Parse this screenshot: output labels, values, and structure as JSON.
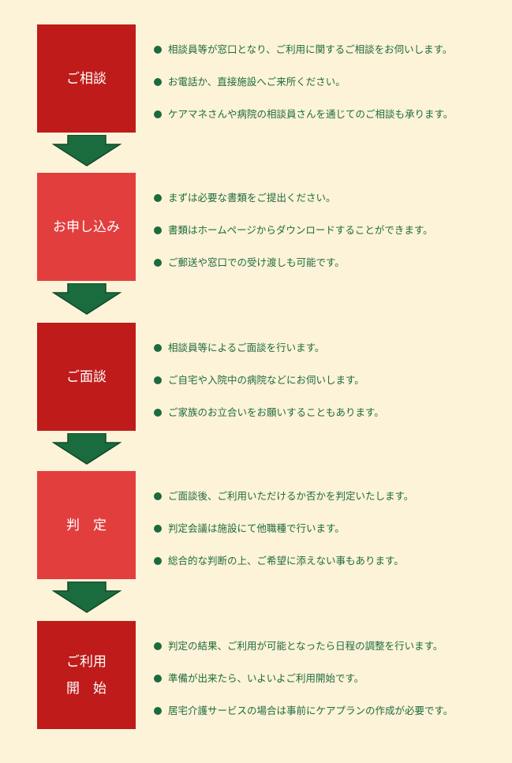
{
  "colors": {
    "background": "#fdf3d8",
    "dark_red": "#bf1b1b",
    "light_red": "#e33e3e",
    "arrow": "#1a6b3e",
    "text": "#1e6b3f"
  },
  "steps": [
    {
      "title_lines": [
        "ご相談"
      ],
      "color": "#bf1b1b",
      "bullets": [
        "相談員等が窓口となり、ご利用に関するご相談をお伺いします。",
        "お電話か、直接施設へご来所ください。",
        "ケアマネさんや病院の相談員さんを通じてのご相談も承ります。"
      ]
    },
    {
      "title_lines": [
        "お申し込み"
      ],
      "color": "#e33e3e",
      "bullets": [
        "まずは必要な書類をご提出ください。",
        "書類はホームページからダウンロードすることができます。",
        "ご郵送や窓口での受け渡しも可能です。"
      ]
    },
    {
      "title_lines": [
        "ご面談"
      ],
      "color": "#bf1b1b",
      "bullets": [
        "相談員等によるご面談を行います。",
        "ご自宅や入院中の病院などにお伺いします。",
        "ご家族のお立合いをお願いすることもあります。"
      ]
    },
    {
      "title_lines": [
        "判　定"
      ],
      "color": "#e33e3e",
      "bullets": [
        "ご面談後、ご利用いただけるか否かを判定いたします。",
        "判定会議は施設にて他職種で行います。",
        "総合的な判断の上、ご希望に添えない事もあります。"
      ]
    },
    {
      "title_lines": [
        "ご利用",
        "開　始"
      ],
      "color": "#bf1b1b",
      "bullets": [
        "判定の結果、ご利用が可能となったら日程の調整を行います。",
        "準備が出来たら、いよいよご利用開始です。",
        "居宅介護サービスの場合は事前にケアプランの作成が必要です。"
      ]
    }
  ]
}
